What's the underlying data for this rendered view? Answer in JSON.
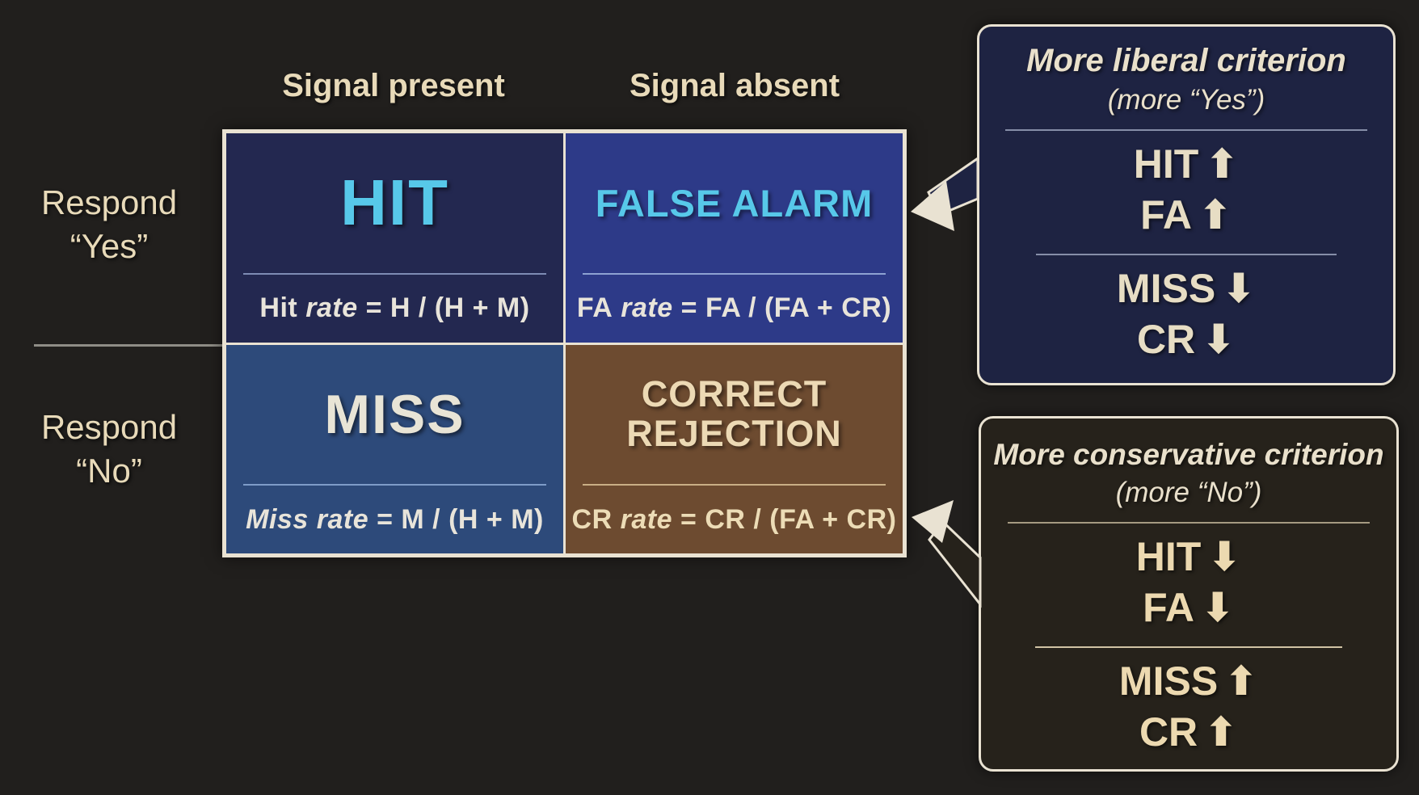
{
  "slide": {
    "type": "signal-detection-theory-matrix"
  },
  "table": {
    "col_headers": [
      "Signal present",
      "Signal absent"
    ],
    "row_headers": [
      {
        "line1": "Respond",
        "line2": "“Yes”"
      },
      {
        "line1": "Respond",
        "line2": "“No”"
      }
    ],
    "cells": {
      "hit": {
        "title": "HIT",
        "formula_word": "Hit",
        "formula_rate": "rate",
        "formula_rest": "= H / (H + M)"
      },
      "false_alarm": {
        "title": "FALSE ALARM",
        "formula_word": "FA",
        "formula_rate": "rate",
        "formula_rest": "= FA / (FA + CR)"
      },
      "miss": {
        "title": "MISS",
        "formula_word": "Miss",
        "formula_rate": "rate",
        "formula_rest": "= M / (H + M)"
      },
      "correct_rejection": {
        "title_line1": "CORRECT",
        "title_line2": "REJECTION",
        "formula_word": "CR",
        "formula_rate": "rate",
        "formula_rest": "= CR / (FA + CR)"
      }
    }
  },
  "callouts": {
    "liberal": {
      "title": "More liberal criterion",
      "subtitle": "(more “Yes”)",
      "entries": [
        {
          "label": "HIT",
          "arrow": "⬆"
        },
        {
          "label": "FA",
          "arrow": "⬆"
        },
        {
          "label": "MISS",
          "arrow": "⬇"
        },
        {
          "label": "CR",
          "arrow": "⬇"
        }
      ]
    },
    "conservative": {
      "title": "More conservative criterion",
      "subtitle": "(more “No”)",
      "entries": [
        {
          "label": "HIT",
          "arrow": "⬇"
        },
        {
          "label": "FA",
          "arrow": "⬇"
        },
        {
          "label": "MISS",
          "arrow": "⬆"
        },
        {
          "label": "CR",
          "arrow": "⬆"
        }
      ]
    }
  },
  "colors": {
    "background": "#211f1d",
    "cream_text": "#e8dab9",
    "cream_border": "#e9e2d2",
    "cyan_text": "#57c8e9",
    "hit_cell": "#232850",
    "false_alarm_cell": "#2d3a88",
    "miss_cell": "#2d4a7a",
    "correct_rejection_cell": "#6d4b30",
    "liberal_box": "#1e2342",
    "conservative_box": "#26221b"
  }
}
